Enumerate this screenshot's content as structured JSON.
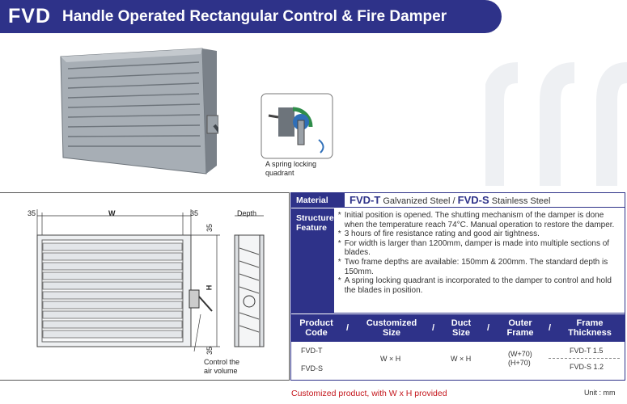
{
  "header": {
    "brand": "FVD",
    "title": "Handle Operated Rectangular Control & Fire Damper"
  },
  "photo_callout": {
    "caption_line1": "A spring locking",
    "caption_line2": "quadrant"
  },
  "drawing": {
    "dim_left": "35",
    "dim_width": "W",
    "dim_right": "35",
    "depth_label": "Depth",
    "dim_top": "35",
    "dim_height": "H",
    "dim_bottom": "35",
    "callout_line1": "Control the",
    "callout_line2": "air volume"
  },
  "spec": {
    "material_label": "Material",
    "material_t_code": "FVD-T",
    "material_t_text": " Galvanized Steel / ",
    "material_s_code": "FVD-S",
    "material_s_text": " Stainless Steel",
    "structure_label_1": "Structure",
    "structure_label_2": "Feature",
    "features": [
      "Initial position is opened. The shutting mechanism of the damper is done when the temperature reach 74°C.  Manual operation to restore the damper.",
      "3 hours of fire resistance rating and good air tightness.",
      "For width is larger than 1200mm, damper is made into multiple sections of blades.",
      "Two frame depths are available: 150mm & 200mm.  The standard depth is 150mm.",
      "A spring locking quadrant is incorporated to the damper to control and hold the blades in position."
    ],
    "feature_bullet": "*"
  },
  "table": {
    "headers": [
      {
        "line1": "Product",
        "line2": "Code"
      },
      {
        "line1": "Customized",
        "line2": "Size"
      },
      {
        "line1": "Duct",
        "line2": "Size"
      },
      {
        "line1": "Outer",
        "line2": "Frame"
      },
      {
        "line1": "Frame",
        "line2": "Thickness"
      }
    ],
    "separator": "/",
    "product_codes": [
      "FVD-T",
      "FVD-S"
    ],
    "customized_size": "W × H",
    "duct_size": "W × H",
    "outer_frame_line1": "(W+70)",
    "outer_frame_line2": "(H+70)",
    "thickness": [
      "FVD-T 1.5",
      "FVD-S 1.2"
    ]
  },
  "footer": {
    "note": "Customized product, with W x H provided",
    "unit": "Unit : mm"
  },
  "colors": {
    "brand_navy": "#2e3289",
    "note_red": "#c4161c",
    "steel_gray": "#8e969e"
  }
}
